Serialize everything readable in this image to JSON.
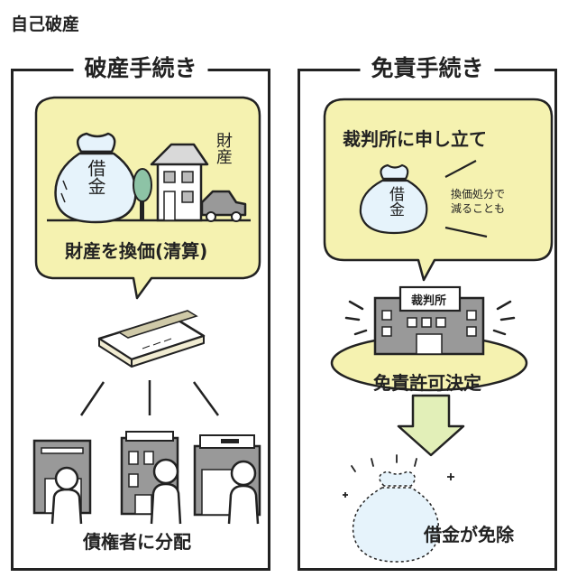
{
  "title": "自己破産",
  "bankruptcy_panel": {
    "title": "破産手続き",
    "bag_label": "借金",
    "assets_label": "財産",
    "bubble_text": "財産を換価(清算)",
    "creditors_text": "債権者に分配"
  },
  "discharge_panel": {
    "title": "免責手続き",
    "bubble_title": "裁判所に申し立て",
    "bag_label": "借金",
    "side_note_line1": "換価処分で",
    "side_note_line2": "減ることも",
    "court_sign": "裁判所",
    "decision_text": "免責許可決定",
    "result_text": "借金が免除"
  },
  "colors": {
    "bubble": "#f5f2b0",
    "bag": "#e6f3fb",
    "outline": "#222222",
    "arrow": "#e2efb8"
  }
}
